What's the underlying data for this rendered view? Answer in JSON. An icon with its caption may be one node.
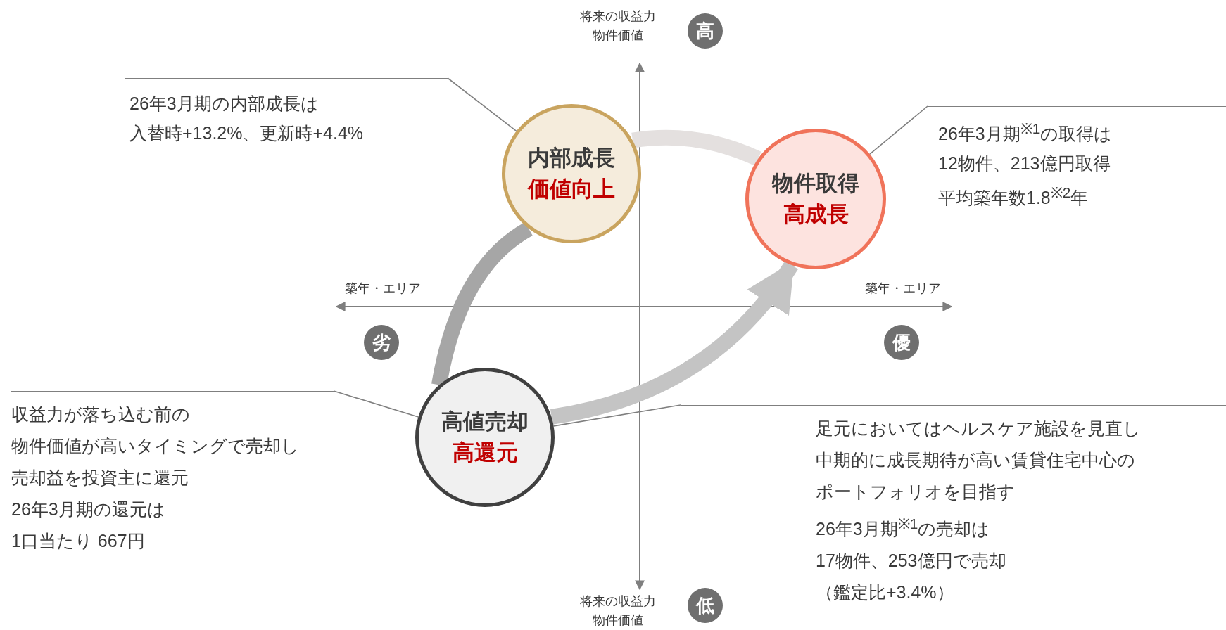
{
  "diagram": {
    "nodes": [
      {
        "text": [
          "内部成長",
          "価値向上"
        ]
      },
      {
        "text": [
          "物件取得",
          "高成長"
        ]
      },
      {
        "text": [
          "高値売却",
          "高還元"
        ]
      },
      {
        "text": [
          "26年3月期の内部成長は",
          "入替時+13.2%、更新時+4.4%"
        ]
      },
      {
        "text": [
          "26年3月期$^{※1}$の取得は",
          "12物件、213億円取得",
          "平均築年数1.8$^{※2}$年"
        ]
      },
      {
        "text": [
          "収益力が落ち込む前の",
          "物件価値が高いタイミングで売却し",
          "売却益を投資主に還元",
          "26年3月期の還元は",
          "1口当たり 667円"
        ]
      },
      {
        "text": [
          "足元においてはヘルスケア施設を見直し",
          "中期的に成長期待が高い賃貸住宅中心の",
          "ポートフォリオを目指す",
          "26年3月期$^{※1}$の売却は",
          "17物件、253億円で売却",
          "（鑑定比+3.4%）"
        ]
      },
      {
        "text": [
          "高"
        ]
      },
      {
        "text": [
          "劣"
        ]
      },
      {
        "text": [
          "優"
        ]
      },
      {
        "text": [
          "低"
        ]
      }
    ],
    "edges": [
      {
        "from": 2,
        "to": 0,
        "arrow": "none",
        "style": "thick",
        "color": "#a6a6a6"
      },
      {
        "from": 0,
        "to": 1,
        "arrow": "none",
        "style": "thick",
        "color": "#e4e0df"
      },
      {
        "from": 2,
        "to": 1,
        "arrow": "to",
        "style": "thick",
        "color": "#c4c4c4"
      },
      {
        "from": 3,
        "to": 0,
        "arrow": "none"
      },
      {
        "from": 4,
        "to": 1,
        "arrow": "none"
      },
      {
        "from": 5,
        "to": 2,
        "arrow": "none"
      },
      {
        "from": 6,
        "to": 2,
        "arrow": "none"
      }
    ],
    "labels": [
      "将来の収益力物件価値",
      "築年・エリア",
      "築年・エリア",
      "将来の収益力物件価値"
    ]
  }
}
